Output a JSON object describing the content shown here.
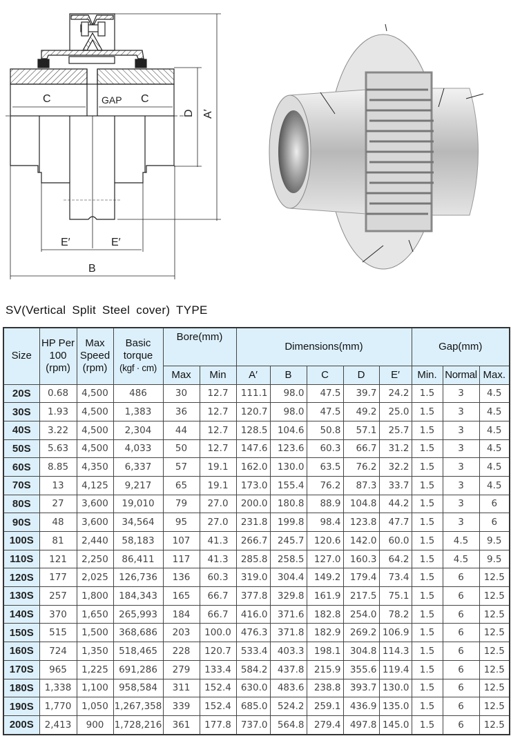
{
  "drawing": {
    "labels": {
      "c_left": "C",
      "gap": "GAP",
      "c_right": "C",
      "d": "D",
      "a_prime": "A′",
      "e_prime_left": "E′",
      "e_prime_right": "E′",
      "b": "B"
    }
  },
  "title": "SV(Vertical Split Steel cover) TYPE",
  "table": {
    "headers": {
      "size": "Size",
      "hp_line1": "HP Per",
      "hp_line2": "100",
      "hp_line3": "(rpm)",
      "speed_line1": "Max",
      "speed_line2": "Speed",
      "speed_line3": "(rpm)",
      "torque_line1": "Basic",
      "torque_line2": "torque",
      "torque_line3": "(kgf · cm)",
      "bore_group": "Bore(mm)",
      "dimensions_group": "Dimensions(mm)",
      "gap_group": "Gap(mm)",
      "bore_max": "Max",
      "bore_min": "Min",
      "a_prime": "A′",
      "b": "B",
      "c": "C",
      "d": "D",
      "e_prime": "E′",
      "gap_min": "Min.",
      "gap_normal": "Normal",
      "gap_max": "Max."
    },
    "rows": [
      [
        "20S",
        "0.68",
        "4,500",
        "486",
        "30",
        "12.7",
        "111.1",
        "98.0",
        "47.5",
        "39.7",
        "24.2",
        "1.5",
        "3",
        "4.5"
      ],
      [
        "30S",
        "1.93",
        "4,500",
        "1,383",
        "36",
        "12.7",
        "120.7",
        "98.0",
        "47.5",
        "49.2",
        "25.0",
        "1.5",
        "3",
        "4.5"
      ],
      [
        "40S",
        "3.22",
        "4,500",
        "2,304",
        "44",
        "12.7",
        "128.5",
        "104.6",
        "50.8",
        "57.1",
        "25.7",
        "1.5",
        "3",
        "4.5"
      ],
      [
        "50S",
        "5.63",
        "4,500",
        "4,033",
        "50",
        "12.7",
        "147.6",
        "123.6",
        "60.3",
        "66.7",
        "31.2",
        "1.5",
        "3",
        "4.5"
      ],
      [
        "60S",
        "8.85",
        "4,350",
        "6,337",
        "57",
        "19.1",
        "162.0",
        "130.0",
        "63.5",
        "76.2",
        "32.2",
        "1.5",
        "3",
        "4.5"
      ],
      [
        "70S",
        "13",
        "4,125",
        "9,217",
        "65",
        "19.1",
        "173.0",
        "155.4",
        "76.2",
        "87.3",
        "33.7",
        "1.5",
        "3",
        "4.5"
      ],
      [
        "80S",
        "27",
        "3,600",
        "19,010",
        "79",
        "27.0",
        "200.0",
        "180.8",
        "88.9",
        "104.8",
        "44.2",
        "1.5",
        "3",
        "6"
      ],
      [
        "90S",
        "48",
        "3,600",
        "34,564",
        "95",
        "27.0",
        "231.8",
        "199.8",
        "98.4",
        "123.8",
        "47.7",
        "1.5",
        "3",
        "6"
      ],
      [
        "100S",
        "81",
        "2,440",
        "58,183",
        "107",
        "41.3",
        "266.7",
        "245.7",
        "120.6",
        "142.0",
        "60.0",
        "1.5",
        "4.5",
        "9.5"
      ],
      [
        "110S",
        "121",
        "2,250",
        "86,411",
        "117",
        "41.3",
        "285.8",
        "258.5",
        "127.0",
        "160.3",
        "64.2",
        "1.5",
        "4.5",
        "9.5"
      ],
      [
        "120S",
        "177",
        "2,025",
        "126,736",
        "136",
        "60.3",
        "319.0",
        "304.4",
        "149.2",
        "179.4",
        "73.4",
        "1.5",
        "6",
        "12.5"
      ],
      [
        "130S",
        "257",
        "1,800",
        "184,343",
        "165",
        "66.7",
        "377.8",
        "329.8",
        "161.9",
        "217.5",
        "75.1",
        "1.5",
        "6",
        "12.5"
      ],
      [
        "140S",
        "370",
        "1,650",
        "265,993",
        "184",
        "66.7",
        "416.0",
        "371.6",
        "182.8",
        "254.0",
        "78.2",
        "1.5",
        "6",
        "12.5"
      ],
      [
        "150S",
        "515",
        "1,500",
        "368,686",
        "203",
        "100.0",
        "476.3",
        "371.8",
        "182.9",
        "269.2",
        "106.9",
        "1.5",
        "6",
        "12.5"
      ],
      [
        "160S",
        "724",
        "1,350",
        "518,465",
        "228",
        "120.7",
        "533.4",
        "403.3",
        "198.1",
        "304.8",
        "114.3",
        "1.5",
        "6",
        "12.5"
      ],
      [
        "170S",
        "965",
        "1,225",
        "691,286",
        "279",
        "133.4",
        "584.2",
        "437.8",
        "215.9",
        "355.6",
        "119.4",
        "1.5",
        "6",
        "12.5"
      ],
      [
        "180S",
        "1,338",
        "1,100",
        "958,584",
        "311",
        "152.4",
        "630.0",
        "483.6",
        "238.8",
        "393.7",
        "130.0",
        "1.5",
        "6",
        "12.5"
      ],
      [
        "190S",
        "1,770",
        "1,050",
        "1,267,358",
        "339",
        "152.4",
        "685.0",
        "524.2",
        "259.1",
        "436.9",
        "135.0",
        "1.5",
        "6",
        "12.5"
      ],
      [
        "200S",
        "2,413",
        "900",
        "1,728,216",
        "361",
        "177.8",
        "737.0",
        "564.8",
        "279.4",
        "497.8",
        "145.0",
        "1.5",
        "6",
        "12.5"
      ]
    ]
  }
}
